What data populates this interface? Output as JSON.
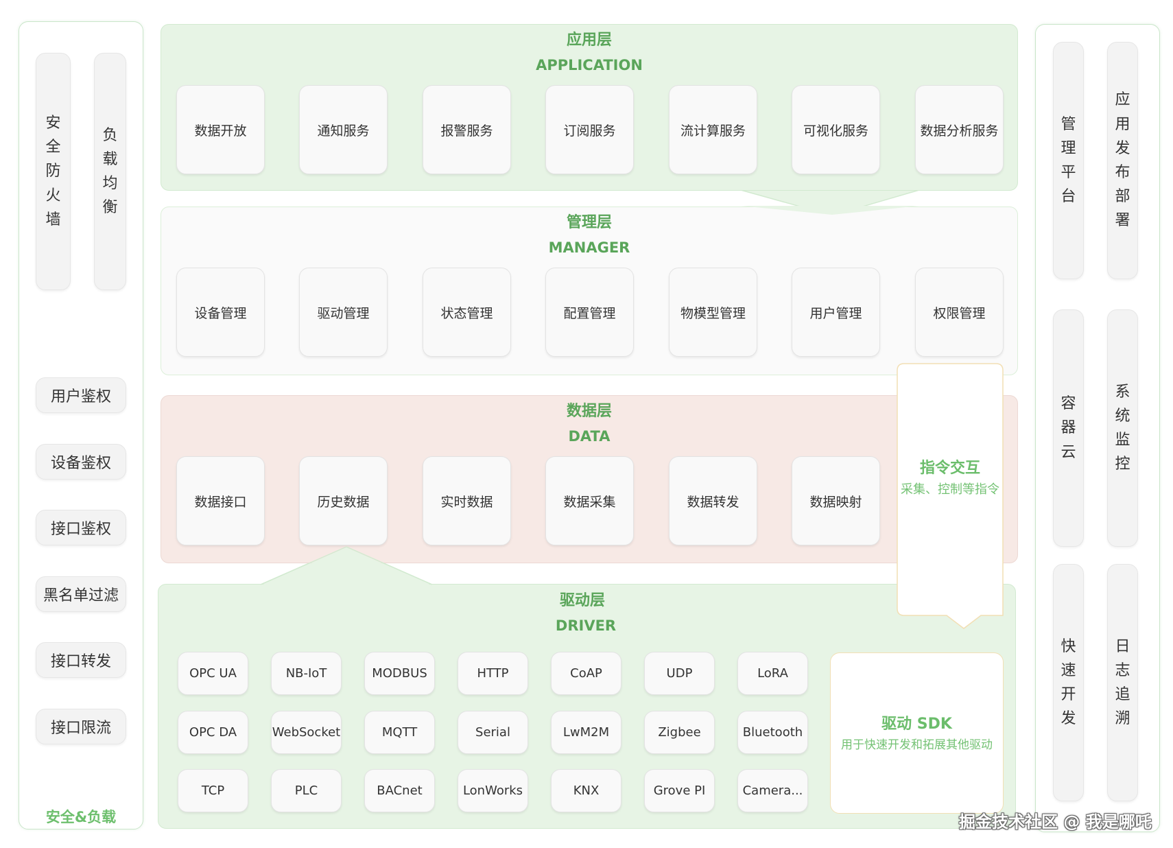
{
  "left_panel": {
    "vertical_items": [
      {
        "label": "安全防火墙"
      },
      {
        "label": "负载均衡"
      }
    ],
    "items": [
      {
        "label": "用户鉴权"
      },
      {
        "label": "设备鉴权"
      },
      {
        "label": "接口鉴权"
      },
      {
        "label": "黑名单过滤"
      },
      {
        "label": "接口转发"
      },
      {
        "label": "接口限流"
      }
    ],
    "footer": "安全&负载"
  },
  "layers": {
    "application": {
      "title": "应用层",
      "subtitle": "APPLICATION",
      "items": [
        "数据开放",
        "通知服务",
        "报警服务",
        "订阅服务",
        "流计算服务",
        "可视化服务",
        "数据分析服务"
      ]
    },
    "manager": {
      "title": "管理层",
      "subtitle": "MANAGER",
      "items": [
        "设备管理",
        "驱动管理",
        "状态管理",
        "配置管理",
        "物模型管理",
        "用户管理",
        "权限管理"
      ]
    },
    "data": {
      "title": "数据层",
      "subtitle": "DATA",
      "items": [
        "数据接口",
        "历史数据",
        "实时数据",
        "数据采集",
        "数据转发",
        "数据映射"
      ]
    },
    "driver": {
      "title": "驱动层",
      "subtitle": "DRIVER",
      "protocols": [
        [
          "OPC UA",
          "NB-IoT",
          "MODBUS",
          "HTTP",
          "CoAP",
          "UDP",
          "LoRA"
        ],
        [
          "OPC DA",
          "WebSocket",
          "MQTT",
          "Serial",
          "LwM2M",
          "Zigbee",
          "Bluetooth"
        ],
        [
          "TCP",
          "PLC",
          "BACnet",
          "LonWorks",
          "KNX",
          "Grove PI",
          "Camera..."
        ]
      ]
    }
  },
  "command_box": {
    "title": "指令交互",
    "desc": "采集、控制等指令"
  },
  "sdk_box": {
    "title": "驱动 SDK",
    "desc": "用于快速开发和拓展其他驱动"
  },
  "right_panel": {
    "items": [
      {
        "label": "管理平台"
      },
      {
        "label": "应用发布部署"
      },
      {
        "label": "容器云"
      },
      {
        "label": "系统监控"
      },
      {
        "label": "快速开发"
      },
      {
        "label": "日志追溯"
      }
    ]
  },
  "watermark": "掘金技术社区 @ 我是哪吒"
}
